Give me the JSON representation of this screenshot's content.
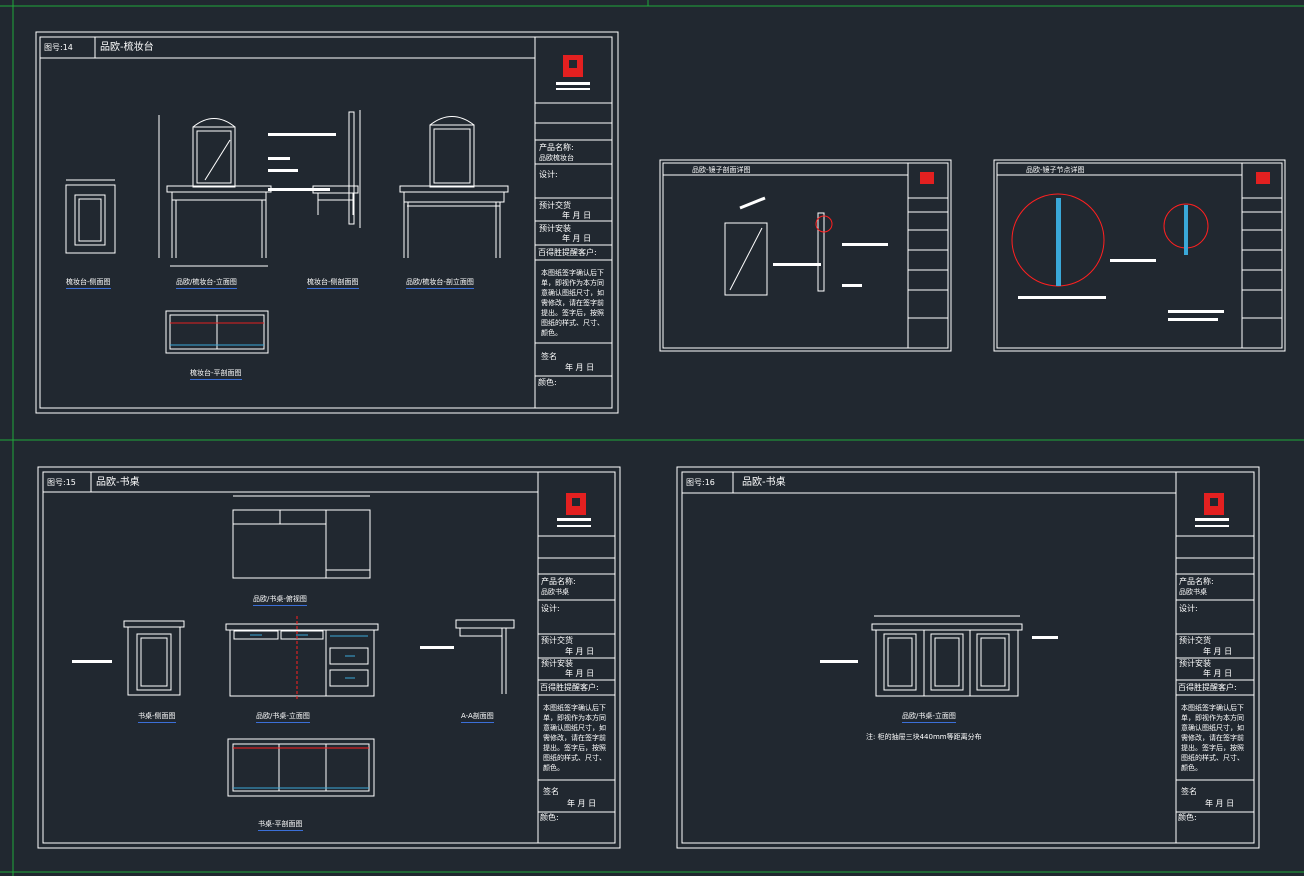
{
  "colors": {
    "background": "#212830",
    "line": "#ffffff",
    "frame_green": "#1fa83a",
    "accent_red": "#ff2020",
    "accent_cyan": "#3aa8d8",
    "accent_blue": "#3b6fd8"
  },
  "title_block": {
    "product_name_label": "产品名称:",
    "design_label": "设计:",
    "delivery_label": "预计交货",
    "install_label": "预计安装",
    "date_line": "年 月 日",
    "customer_label": "百得胜提醒客户:",
    "notes": "本图纸签字确认后下单，即视作为本方同意确认图纸尺寸，如需修改，请在签字前提出。签字后，按照图纸的样式、尺寸、颜色。",
    "signature_label": "签名",
    "color_label": "颜色:"
  },
  "sheet14": {
    "drawing_no": "图号:14",
    "title": "品欧-梳妆台",
    "product_name": "品欧梳妆台",
    "captions": [
      "梳妆台-侧面图",
      "品欧/梳妆台-立面图",
      "梳妆台-侧剖面图",
      "品欧/梳妆台-剖立面图",
      "梳妆台-平剖面图"
    ]
  },
  "sheet15": {
    "drawing_no": "图号:15",
    "title": "品欧-书桌",
    "product_name": "品欧书桌",
    "captions": [
      "品欧/书桌-俯视图",
      "书桌-侧面图",
      "品欧/书桌-立面图",
      "A-A剖面图",
      "书桌-平剖面图"
    ]
  },
  "sheet16": {
    "drawing_no": "图号:16",
    "title": "品欧-书桌",
    "product_name": "品欧书桌",
    "caption": "品欧/书桌-立面图",
    "note": "注: 柜的抽屉三块440mm等距离分布"
  },
  "detail_sheets": {
    "left_title": "品欧-镜子剖面详图",
    "right_title": "品欧-镜子节点详图"
  }
}
